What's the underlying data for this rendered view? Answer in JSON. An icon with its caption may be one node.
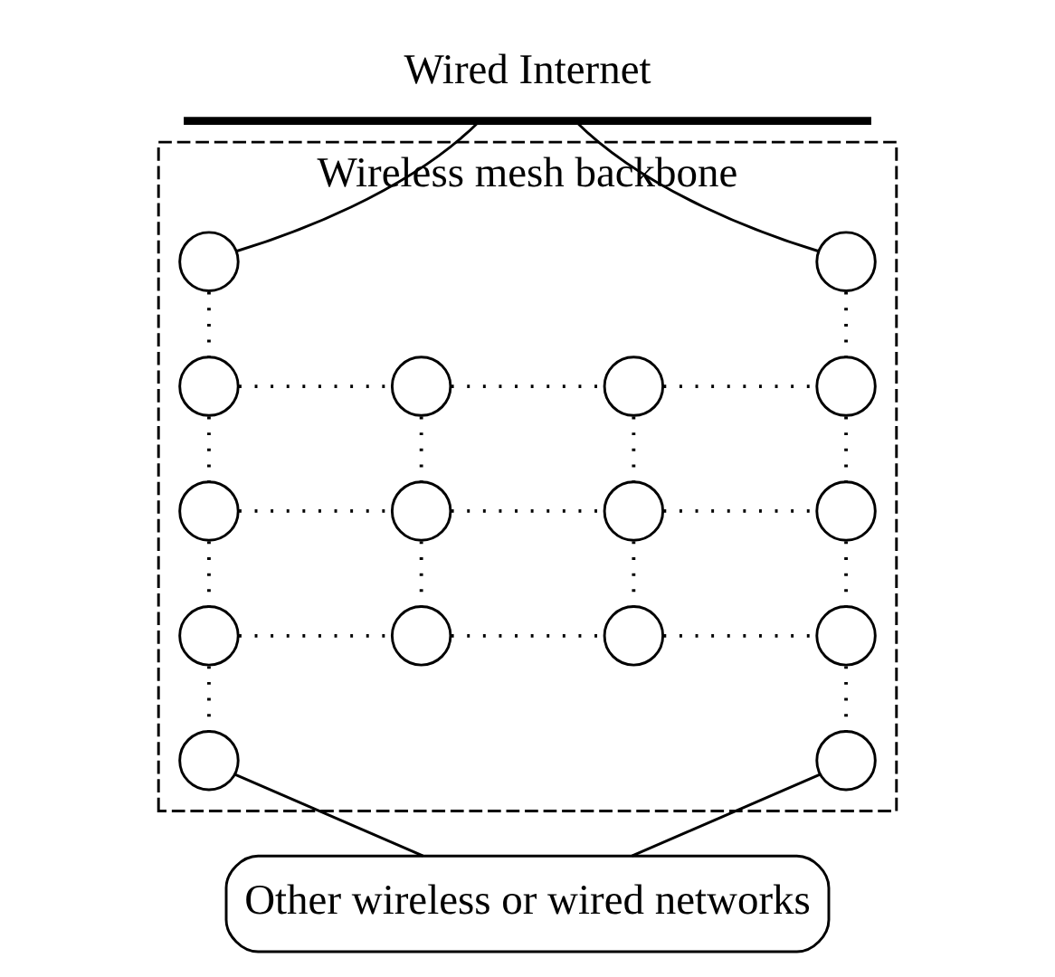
{
  "diagram": {
    "nodes": [
      {
        "text": [
          "Wired Internet"
        ]
      },
      {
        "text": [
          "Wireless mesh backbone"
        ]
      },
      {
        "text": [],
        "shape": "circle",
        "in": 1
      },
      {
        "text": [],
        "shape": "circle",
        "in": 1
      },
      {
        "text": [],
        "shape": "circle",
        "in": 1
      },
      {
        "text": [],
        "shape": "circle",
        "in": 1
      },
      {
        "text": [],
        "shape": "circle",
        "in": 1
      },
      {
        "text": [],
        "shape": "circle",
        "in": 1
      },
      {
        "text": [],
        "shape": "circle",
        "in": 1
      },
      {
        "text": [],
        "shape": "circle",
        "in": 1
      },
      {
        "text": [],
        "shape": "circle",
        "in": 1
      },
      {
        "text": [],
        "shape": "circle",
        "in": 1
      },
      {
        "text": [],
        "shape": "circle",
        "in": 1
      },
      {
        "text": [],
        "shape": "circle",
        "in": 1
      },
      {
        "text": [],
        "shape": "circle",
        "in": 1
      },
      {
        "text": [],
        "shape": "circle",
        "in": 1
      },
      {
        "text": [],
        "shape": "circle",
        "in": 1
      },
      {
        "text": [],
        "shape": "circle",
        "in": 1
      },
      {
        "text": [
          "Other wireless or wired networks"
        ]
      }
    ],
    "edges": [
      {
        "from": 0,
        "to": 2,
        "arrow": "none"
      },
      {
        "from": 0,
        "to": 3,
        "arrow": "none"
      },
      {
        "from": 2,
        "to": 4,
        "arrow": "none",
        "style": "dashed"
      },
      {
        "from": 3,
        "to": 7,
        "arrow": "none",
        "style": "dashed"
      },
      {
        "from": 4,
        "to": 5,
        "arrow": "none",
        "style": "dashed"
      },
      {
        "from": 5,
        "to": 6,
        "arrow": "none",
        "style": "dashed"
      },
      {
        "from": 6,
        "to": 7,
        "arrow": "none",
        "style": "dashed"
      },
      {
        "from": 4,
        "to": 8,
        "arrow": "none",
        "style": "dashed"
      },
      {
        "from": 5,
        "to": 9,
        "arrow": "none",
        "style": "dashed"
      },
      {
        "from": 6,
        "to": 10,
        "arrow": "none",
        "style": "dashed"
      },
      {
        "from": 7,
        "to": 11,
        "arrow": "none",
        "style": "dashed"
      },
      {
        "from": 8,
        "to": 9,
        "arrow": "none",
        "style": "dashed"
      },
      {
        "from": 9,
        "to": 10,
        "arrow": "none",
        "style": "dashed"
      },
      {
        "from": 10,
        "to": 11,
        "arrow": "none",
        "style": "dashed"
      },
      {
        "from": 8,
        "to": 12,
        "arrow": "none",
        "style": "dashed"
      },
      {
        "from": 9,
        "to": 13,
        "arrow": "none",
        "style": "dashed"
      },
      {
        "from": 10,
        "to": 14,
        "arrow": "none",
        "style": "dashed"
      },
      {
        "from": 11,
        "to": 15,
        "arrow": "none",
        "style": "dashed"
      },
      {
        "from": 12,
        "to": 13,
        "arrow": "none",
        "style": "dashed"
      },
      {
        "from": 13,
        "to": 14,
        "arrow": "none",
        "style": "dashed"
      },
      {
        "from": 14,
        "to": 15,
        "arrow": "none",
        "style": "dashed"
      },
      {
        "from": 12,
        "to": 16,
        "arrow": "none",
        "style": "dashed"
      },
      {
        "from": 15,
        "to": 17,
        "arrow": "none",
        "style": "dashed"
      },
      {
        "from": 16,
        "to": 18,
        "arrow": "none"
      },
      {
        "from": 17,
        "to": 18,
        "arrow": "none"
      }
    ]
  }
}
